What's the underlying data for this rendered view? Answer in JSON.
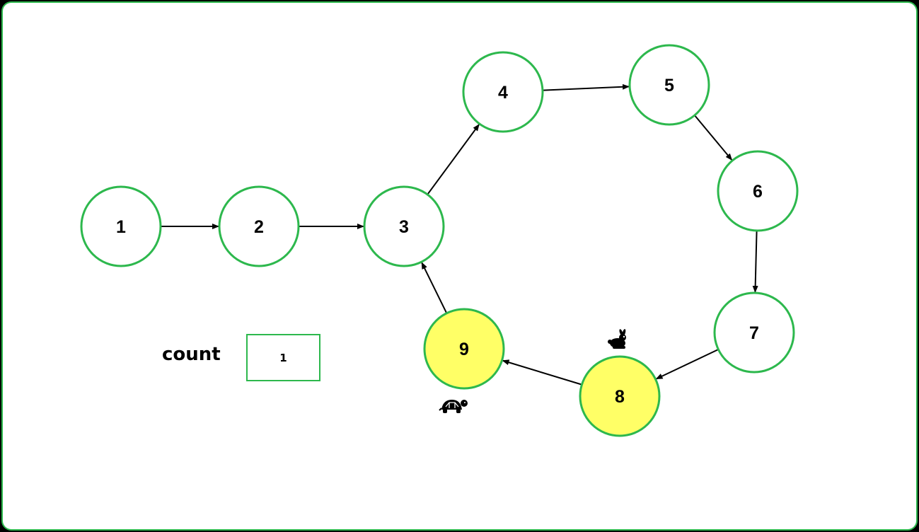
{
  "colors": {
    "border": "#2db84d",
    "node_fill": "#ffffff",
    "highlight_fill": "#ffff66",
    "edge": "#000000"
  },
  "nodes": [
    {
      "id": "1",
      "label": "1",
      "highlighted": false
    },
    {
      "id": "2",
      "label": "2",
      "highlighted": false
    },
    {
      "id": "3",
      "label": "3",
      "highlighted": false
    },
    {
      "id": "4",
      "label": "4",
      "highlighted": false
    },
    {
      "id": "5",
      "label": "5",
      "highlighted": false
    },
    {
      "id": "6",
      "label": "6",
      "highlighted": false
    },
    {
      "id": "7",
      "label": "7",
      "highlighted": false
    },
    {
      "id": "8",
      "label": "8",
      "highlighted": true,
      "marker": "rabbit-icon"
    },
    {
      "id": "9",
      "label": "9",
      "highlighted": true,
      "marker": "tortoise-icon"
    }
  ],
  "edges": [
    {
      "from": "1",
      "to": "2"
    },
    {
      "from": "2",
      "to": "3"
    },
    {
      "from": "3",
      "to": "4"
    },
    {
      "from": "4",
      "to": "5"
    },
    {
      "from": "5",
      "to": "6"
    },
    {
      "from": "6",
      "to": "7"
    },
    {
      "from": "7",
      "to": "8"
    },
    {
      "from": "8",
      "to": "9"
    },
    {
      "from": "9",
      "to": "3"
    }
  ],
  "count": {
    "label": "count",
    "value": "1"
  }
}
